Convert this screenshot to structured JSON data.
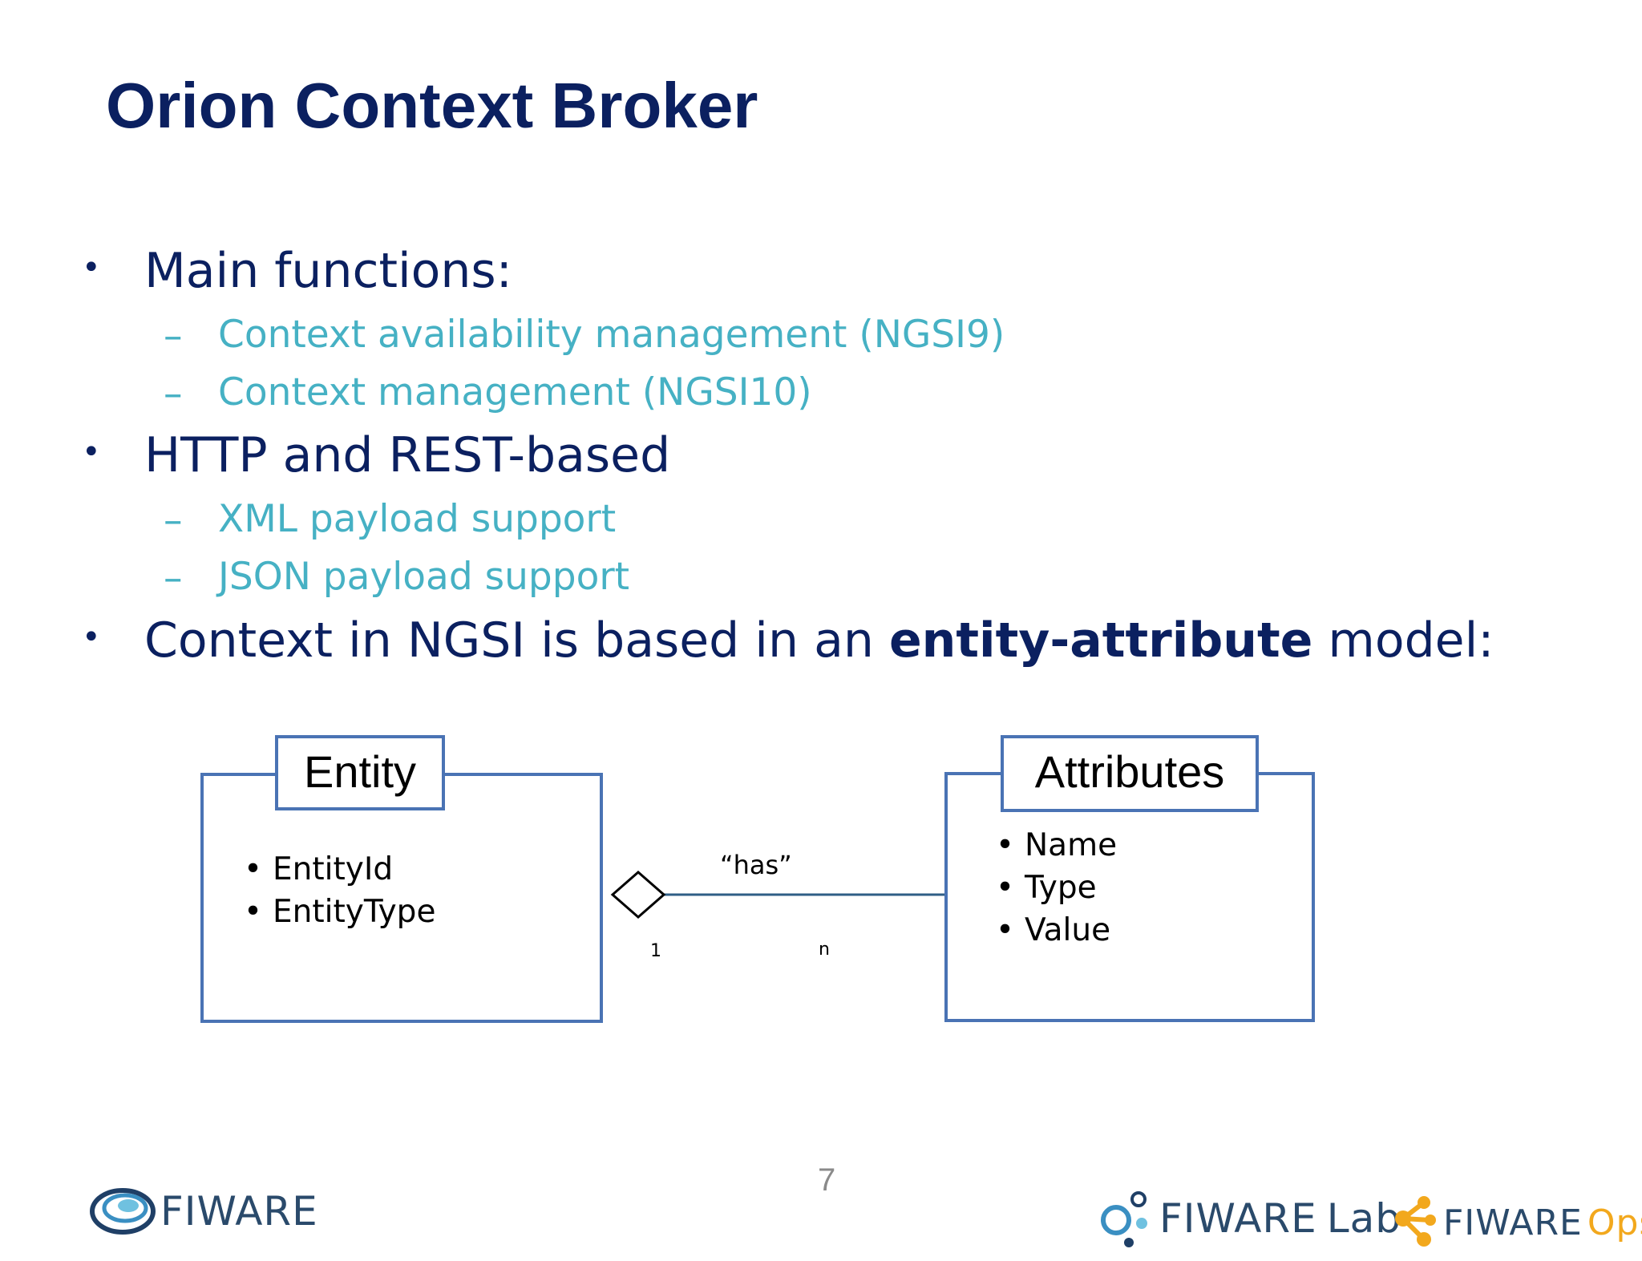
{
  "slide": {
    "title": "Orion Context Broker",
    "page_number": "7"
  },
  "bullets": [
    {
      "text": "Main functions:",
      "subitems": [
        "Context availability management (NGSI9)",
        "Context management (NGSI10)"
      ]
    },
    {
      "text": "HTTP and REST-based",
      "subitems": [
        "XML payload support",
        "JSON payload support"
      ]
    },
    {
      "text_before": "Context in NGSI is based in an ",
      "text_bold": "entity-attribute",
      "text_after": " model:"
    }
  ],
  "markers": {
    "bullet": "•",
    "dash": "–"
  },
  "diagram": {
    "entity": {
      "title": "Entity",
      "items": [
        "EntityId",
        "EntityType"
      ]
    },
    "attributes": {
      "title": "Attributes",
      "items": [
        "Name",
        "Type",
        "Value"
      ]
    },
    "relation": {
      "label": "“has”",
      "multiplicity_left": "1",
      "multiplicity_right": "n"
    }
  },
  "logos": {
    "fiware": "FIWARE",
    "fiware_lab_brand": "FIWARE",
    "fiware_lab_suffix": "Lab",
    "fiware_ops_brand": "FIWARE",
    "fiware_ops_suffix": "Ops"
  },
  "colors": {
    "title": "#0b2060",
    "subitem": "#46b1c4",
    "diagram_border": "#4a73b4",
    "logo_blue": "#2a4a6b",
    "logo_orange": "#f2a81d"
  }
}
